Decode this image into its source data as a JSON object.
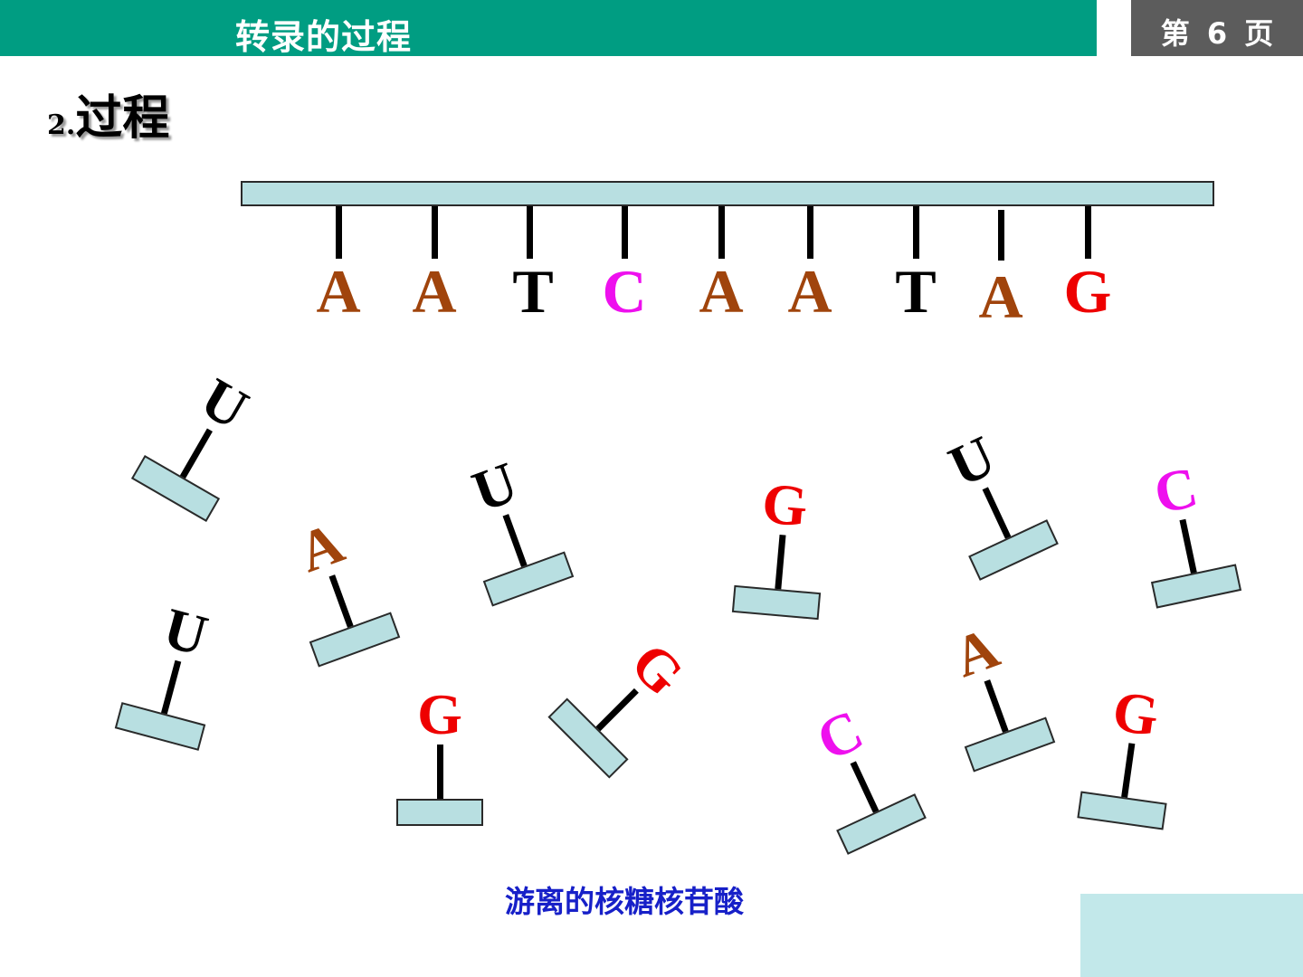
{
  "header": {
    "title": "转录的过程",
    "page_label": "第 6 页"
  },
  "section": {
    "number": "2.",
    "title": "过程"
  },
  "colors": {
    "A": "#a0440c",
    "T": "#000000",
    "C": "#ee10ee",
    "G": "#ee0000",
    "U": "#000000",
    "header": "#009d82",
    "page_box": "#5c5c5c",
    "caption": "#1720c8",
    "strand_fill": "#b8dfe1"
  },
  "template_strand": {
    "bases": [
      "A",
      "A",
      "T",
      "C",
      "A",
      "A",
      "T",
      "A",
      "G"
    ]
  },
  "free_nucleotides": [
    {
      "base": "U",
      "rotation_deg": 30
    },
    {
      "base": "A",
      "rotation_deg": -20
    },
    {
      "base": "U",
      "rotation_deg": -20
    },
    {
      "base": "G",
      "rotation_deg": 5
    },
    {
      "base": "U",
      "rotation_deg": -25
    },
    {
      "base": "C",
      "rotation_deg": -12
    },
    {
      "base": "U",
      "rotation_deg": 15
    },
    {
      "base": "G",
      "rotation_deg": 0
    },
    {
      "base": "G",
      "rotation_deg": 45
    },
    {
      "base": "C",
      "rotation_deg": -25
    },
    {
      "base": "A",
      "rotation_deg": -20
    },
    {
      "base": "G",
      "rotation_deg": 8
    }
  ],
  "caption": "游离的核糖核苷酸"
}
